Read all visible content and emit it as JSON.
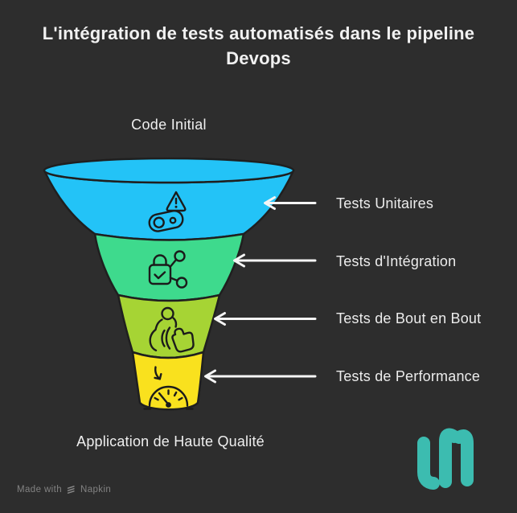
{
  "title": "L'intégration de tests automatisés dans le pipeline Devops",
  "funnel": {
    "top_label": "Code Initial",
    "bottom_label": "Application de Haute Qualité",
    "segments": [
      {
        "label": "Tests Unitaires",
        "color": "#23C3F7",
        "icon": "warning-gear-icon"
      },
      {
        "label": "Tests d'Intégration",
        "color": "#3EDA8D",
        "icon": "lock-share-icon"
      },
      {
        "label": "Tests de Bout en Bout",
        "color": "#A6D434",
        "icon": "user-gesture-icon"
      },
      {
        "label": "Tests de Performance",
        "color": "#F9E11E",
        "icon": "speedometer-icon"
      }
    ]
  },
  "footer": {
    "made_with": "Made with",
    "brand": "Napkin"
  },
  "colors": {
    "background": "#2D2D2D",
    "outline": "#1F1F1F",
    "icon": "#1B1B1B",
    "arrow": "#F5F5F5",
    "title_text": "#F1F1F1",
    "label_text": "#ECECEC",
    "muted_text": "#828282",
    "logo": "#3CBCB0"
  }
}
